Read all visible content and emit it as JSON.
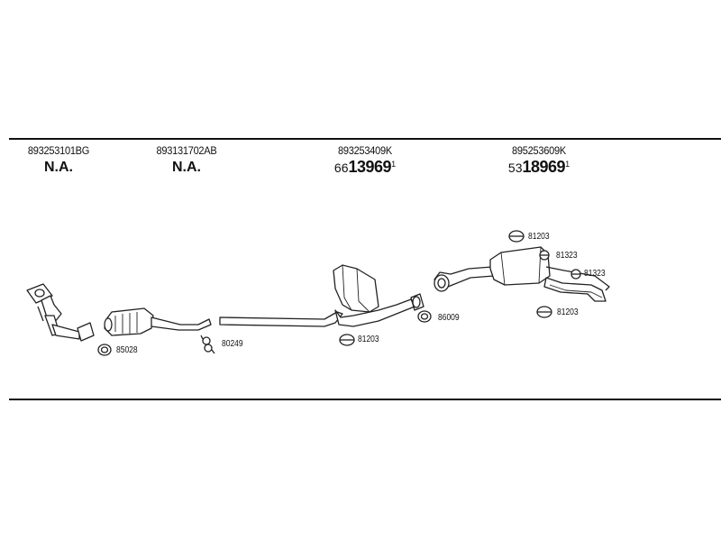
{
  "columns": [
    {
      "oe_number": "893253101BG",
      "status": "N.A."
    },
    {
      "oe_number": "893131702AB",
      "status": "N.A."
    },
    {
      "oe_number": "893253409K",
      "part_prefix": "66",
      "part_main": "13969",
      "part_suffix": "1"
    },
    {
      "oe_number": "895253609K",
      "part_prefix": "53",
      "part_main": "18969",
      "part_suffix": "1"
    }
  ],
  "callouts": {
    "c1": "85028",
    "c2": "80249",
    "c3": "81203",
    "c4": "86009",
    "c5": "81203",
    "c6": "81323",
    "c7": "81323",
    "c8": "81203"
  }
}
